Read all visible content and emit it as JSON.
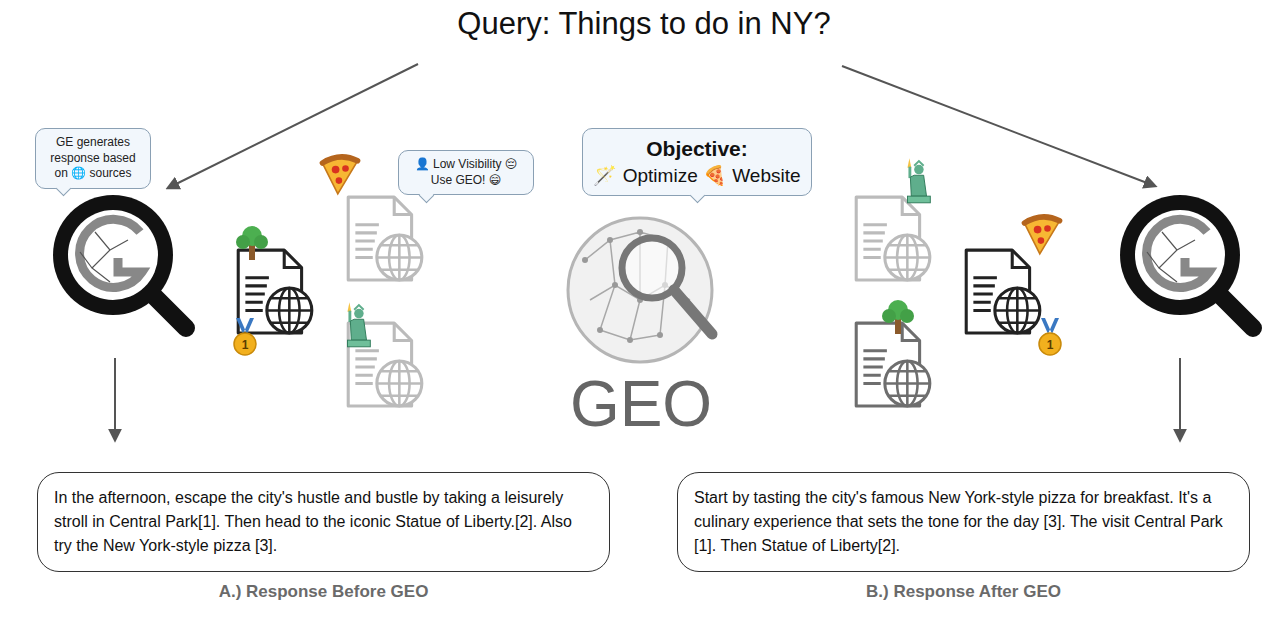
{
  "diagram": {
    "title": "Query: Things to do in NY?",
    "nodes": [
      {
        "text": [
          "GE generates response based on 🌐 sources"
        ]
      },
      {
        "text": [
          "👤 Low Visibility 😔 Use GEO! 😄"
        ]
      },
      {
        "text": [
          "Objective:",
          "🪄 Optimize 🍕 Website"
        ]
      },
      {
        "text": [
          "In the afternoon, escape the city's hustle and bustle by taking a leisurely stroll in Central Park[1]. Then head to the iconic Statue of Liberty.[2]. Also try the New York-style pizza [3].",
          "A.) Response Before GEO"
        ]
      },
      {
        "text": [
          "Start by tasting the city's famous New York-style pizza for breakfast. It's a culinary experience that sets the tone for the day [3]. The visit Central Park [1]. Then Statue of Liberty[2].",
          "B.) Response After GEO"
        ]
      }
    ],
    "labels": [
      "GEO",
      "1",
      "1"
    ]
  }
}
